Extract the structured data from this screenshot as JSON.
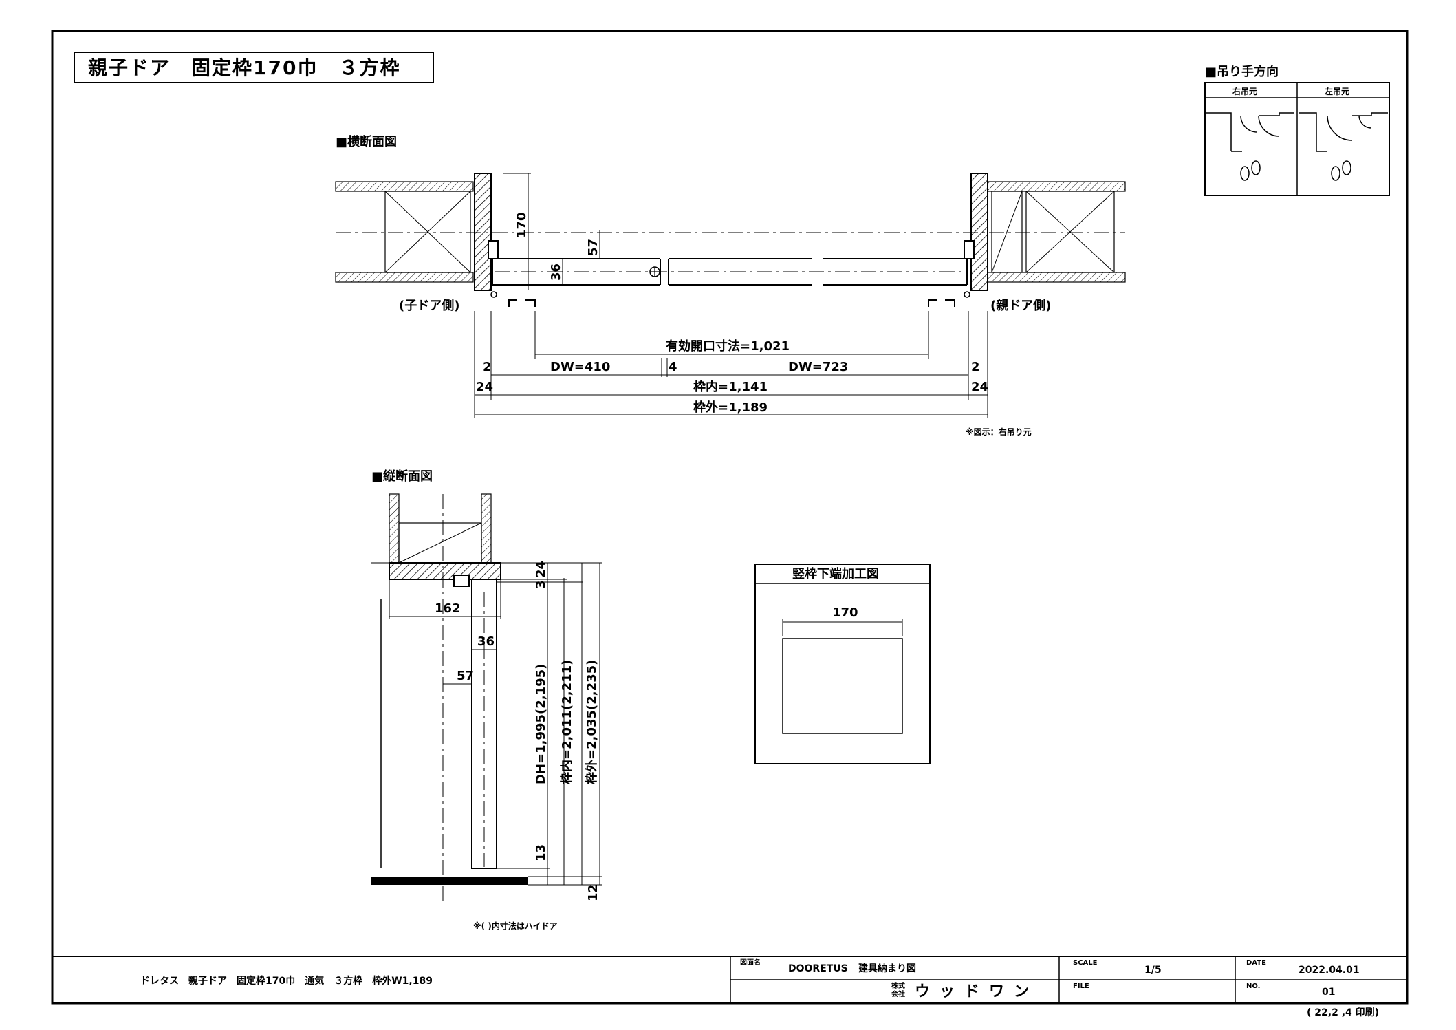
{
  "title": "親子ドア　固定枠170巾　３方枠",
  "horizontal_section": {
    "heading": "■横断面図",
    "left_side_label": "(子ドア側)",
    "right_side_label": "(親ドア側)",
    "dim_frame_depth": "170",
    "dim_57": "57",
    "dim_36": "36",
    "effective_opening": "有効開口寸法=1,021",
    "dw_left": "DW=410",
    "dw_right": "DW=723",
    "gap_4": "4",
    "gap_left_2": "2",
    "gap_right_2": "2",
    "side_left_24": "24",
    "side_right_24": "24",
    "frame_inner": "枠内=1,141",
    "frame_outer": "枠外=1,189",
    "note": "※図示：右吊り元"
  },
  "hinge_direction": {
    "heading": "■吊り手方向",
    "col_right": "右吊元",
    "col_left": "左吊元"
  },
  "vertical_section": {
    "heading": "■縦断面図",
    "dim_162": "162",
    "dim_36": "36",
    "dim_57": "57",
    "dim_24": "24",
    "dim_3": "3",
    "dim_13": "13",
    "dim_12": "12",
    "dh": "DH=1,995(2,195)",
    "frame_inner": "枠内=2,011(2,211)",
    "frame_outer": "枠外=2,035(2,235)",
    "note": "※( )内寸法はハイドア"
  },
  "processing": {
    "heading": "竪枠下端加工図",
    "dim_170": "170"
  },
  "title_block": {
    "description": "ドレタス　親子ドア　固定枠170巾　通気　３方枠　枠外W1,189",
    "drawing_name_label": "図面名",
    "product": "DOORETUS",
    "drawing_name": "建具納まり図",
    "company_prefix_top": "株式",
    "company_prefix_bottom": "会社",
    "company": "ウッドワン",
    "scale_label": "SCALE",
    "scale": "1/5",
    "file_label": "FILE",
    "date_label": "DATE",
    "date": "2022.04.01",
    "no_label": "NO.",
    "no": "01",
    "printed": "( 22,2 ,4  印刷)"
  }
}
